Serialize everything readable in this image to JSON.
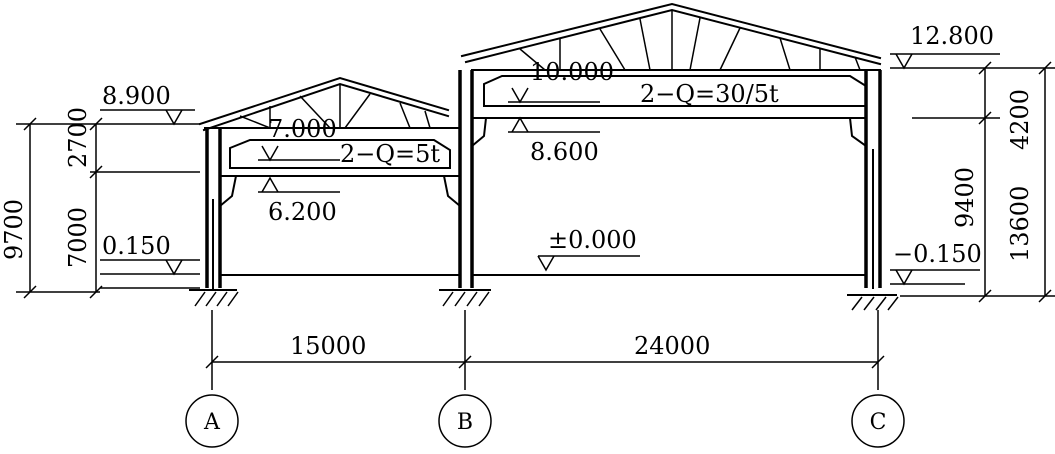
{
  "elevations": {
    "left_roof": "8.900",
    "left_floor": "0.150",
    "left_crane_rail": "7.000",
    "left_crane_top": "6.200",
    "right_roof": "12.800",
    "right_crane_rail": "10.000",
    "right_crane_top": "8.600",
    "ground": "±0.000",
    "right_ground": "−0.150"
  },
  "cranes": {
    "left": "2−Q=5t",
    "right": "2−Q=30/5t"
  },
  "vertical_dims": {
    "left_total": "9700",
    "left_upper": "2700",
    "left_lower": "7000",
    "right_upper": "4200",
    "right_lower": "9400",
    "right_total": "13600"
  },
  "spans": {
    "ab": "15000",
    "bc": "24000"
  },
  "axes": [
    "A",
    "B",
    "C"
  ]
}
